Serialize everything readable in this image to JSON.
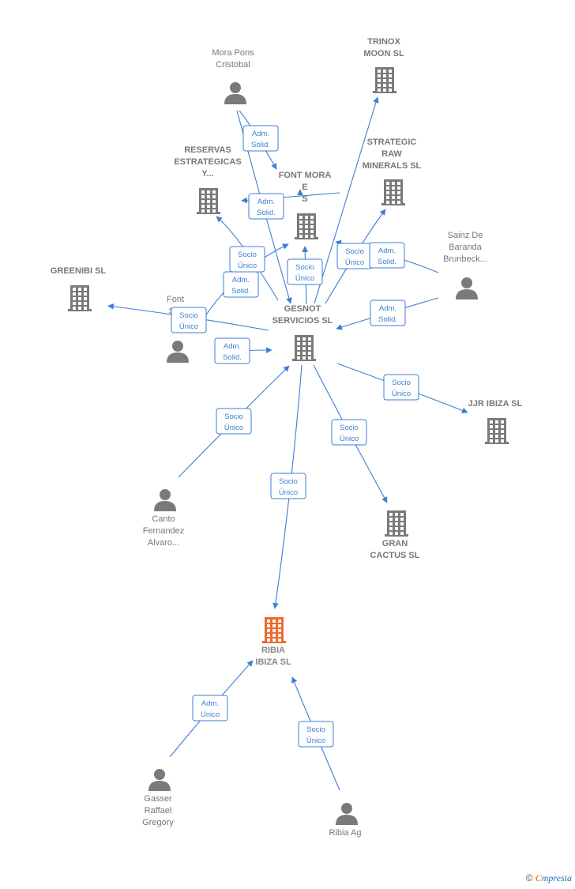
{
  "colors": {
    "edge": "#3b7fd4",
    "node": "#7a7a7a",
    "focus": "#f06a2c"
  },
  "nodes": [
    {
      "id": "mora",
      "type": "person",
      "lines": [
        "Mora Pons",
        "Cristobal"
      ]
    },
    {
      "id": "trinox",
      "type": "company",
      "lines": [
        "TRINOX",
        "MOON  SL"
      ]
    },
    {
      "id": "reservas",
      "type": "company",
      "lines": [
        "RESERVAS",
        "ESTRATEGICAS",
        "Y..."
      ]
    },
    {
      "id": "fontmora",
      "type": "company",
      "lines": [
        "FONT MORA",
        "E",
        "S"
      ]
    },
    {
      "id": "strategic",
      "type": "company",
      "lines": [
        "STRATEGIC",
        "RAW",
        "MINERALS  SL"
      ]
    },
    {
      "id": "sainz",
      "type": "person",
      "lines": [
        "Sainz De",
        "Baranda",
        "Brunbeck..."
      ]
    },
    {
      "id": "greenibi",
      "type": "company",
      "lines": [
        "GREENIBI  SL"
      ]
    },
    {
      "id": "fontser",
      "type": "person",
      "lines": [
        "Font",
        "Ser",
        "Ju"
      ]
    },
    {
      "id": "gesnot",
      "type": "company",
      "lines": [
        "GESNOT",
        "SERVICIOS  SL"
      ]
    },
    {
      "id": "jjr",
      "type": "company",
      "lines": [
        "JJR IBIZA  SL"
      ]
    },
    {
      "id": "canto",
      "type": "person",
      "lines": [
        "Canto",
        "Fernandez",
        "Alvaro..."
      ]
    },
    {
      "id": "gran",
      "type": "company",
      "lines": [
        "GRAN",
        "CACTUS  SL"
      ]
    },
    {
      "id": "ribia",
      "type": "company",
      "focus": true,
      "lines": [
        "RIBIA",
        "IBIZA  SL"
      ]
    },
    {
      "id": "gasser",
      "type": "person",
      "lines": [
        "Gasser",
        "Raffael",
        "Gregory"
      ]
    },
    {
      "id": "ribiaag",
      "type": "person",
      "lines": [
        "Ribia Ag"
      ]
    }
  ],
  "edges": [
    {
      "from": "mora",
      "to": "fontmora",
      "label": [
        "Adm.",
        "Solid."
      ]
    },
    {
      "from": "mora",
      "to": "gesnot",
      "label": []
    },
    {
      "from": "fontmora",
      "to": "reservas",
      "label": [
        "Adm.",
        "Solid."
      ]
    },
    {
      "from": "fontmora",
      "to": "reservas",
      "label": [
        "Socio",
        "Único"
      ]
    },
    {
      "from": "gesnot",
      "to": "trinox",
      "label": []
    },
    {
      "from": "gesnot",
      "to": "reservas",
      "label": [
        "Socio",
        "Único"
      ]
    },
    {
      "from": "fontser",
      "to": "fontmora",
      "label": [
        "Adm.",
        "Solid."
      ]
    },
    {
      "from": "gesnot",
      "to": "fontmora",
      "label": [
        "Socio",
        "Único"
      ]
    },
    {
      "from": "gesnot",
      "to": "strategic",
      "label": [
        "Socio",
        "Único"
      ]
    },
    {
      "from": "sainz",
      "to": "fontmora",
      "label": [
        "Adm.",
        "Solid."
      ]
    },
    {
      "from": "sainz",
      "to": "gesnot",
      "label": [
        "Adm.",
        "Solid."
      ]
    },
    {
      "from": "gesnot",
      "to": "greenibi",
      "label": [
        "Socio",
        "Único"
      ]
    },
    {
      "from": "fontser",
      "to": "gesnot",
      "label": [
        "Adm.",
        "Solid."
      ]
    },
    {
      "from": "gesnot",
      "to": "jjr",
      "label": [
        "Socio",
        "Único"
      ]
    },
    {
      "from": "canto",
      "to": "gesnot",
      "label": [
        "Socio",
        "Único"
      ]
    },
    {
      "from": "gesnot",
      "to": "gran",
      "label": [
        "Socio",
        "Único"
      ]
    },
    {
      "from": "gesnot",
      "to": "ribia",
      "label": [
        "Socio",
        "Único"
      ]
    },
    {
      "from": "gasser",
      "to": "ribia",
      "label": [
        "Adm.",
        "Unico"
      ]
    },
    {
      "from": "ribiaag",
      "to": "ribia",
      "label": [
        "Socio",
        "Único"
      ]
    }
  ],
  "footer": {
    "copyright": "©",
    "brand_initial": "C",
    "brand_rest": "mpresia"
  }
}
